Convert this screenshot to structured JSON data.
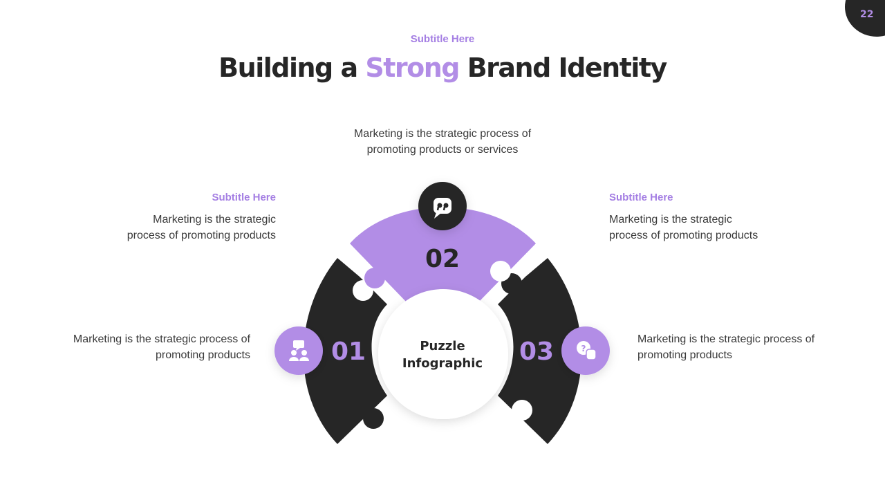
{
  "page_number": "22",
  "header": {
    "subtitle": "Subtitle Here",
    "title_part1": "Building a ",
    "title_accent": "Strong",
    "title_part2": " Brand Identity"
  },
  "center": {
    "line1": "Puzzle",
    "line2": "Infographic"
  },
  "pieces": [
    {
      "number": "01",
      "icon": "team-icon"
    },
    {
      "number": "02",
      "icon": "quote-bubble-icon"
    },
    {
      "number": "03",
      "icon": "question-chat-icon"
    }
  ],
  "callouts": {
    "top": {
      "line1": "Marketing is the strategic process of",
      "line2": "promoting products or services"
    },
    "upper_left": {
      "subtitle": "Subtitle Here",
      "line1": "Marketing is the strategic",
      "line2": "process of promoting products"
    },
    "upper_right": {
      "subtitle": "Subtitle Here",
      "line1": "Marketing is the strategic",
      "line2": "process of promoting products"
    },
    "lower_left": {
      "line1": "Marketing is the strategic process of",
      "line2": "promoting products"
    },
    "lower_right": {
      "line1": "Marketing is the strategic process of",
      "line2": "promoting products"
    }
  },
  "colors": {
    "dark": "#262626",
    "accent": "#b28de6",
    "accent_text": "#a47ee3",
    "background": "#ffffff"
  }
}
